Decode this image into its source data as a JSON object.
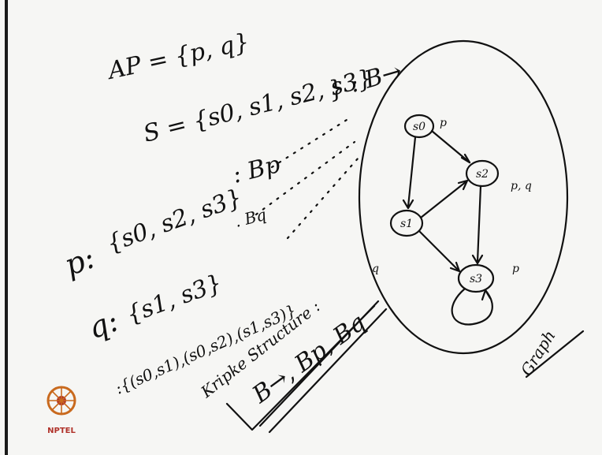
{
  "notes": {
    "ap_set": "AP = {p, q}",
    "state_set": "S = {s0, s1, s2, s3}",
    "p_label": "p:",
    "p_set": "{s0, s2, s3}",
    "bp_top": ": Bp",
    "bq": ". Bq",
    "q_label": "q:",
    "q_set": "{s1, s3}",
    "transitions": ":{(s0,s1),(s0,s2),(s1,s3)}",
    "b_arrow": "} : B→",
    "kripke": "Kripke Structure :",
    "b_list": "B→, Bp, Bq"
  },
  "graph": {
    "nodes": [
      "s0",
      "s1",
      "s2",
      "s3"
    ],
    "node_labels": {
      "s0": "p",
      "s2": "p, q",
      "s3": "p",
      "s1": "q"
    },
    "edges": [
      [
        "s0",
        "s2"
      ],
      [
        "s0",
        "s1"
      ],
      [
        "s1",
        "s2"
      ],
      [
        "s1",
        "s3"
      ],
      [
        "s2",
        "s3"
      ],
      [
        "s3",
        "s3"
      ]
    ],
    "caption": "Graph"
  },
  "logo": {
    "name": "NPTEL",
    "text": "NPTEL"
  },
  "colors": {
    "ink": "#111111",
    "board": "#f6f6f4",
    "border": "#1a1a1a",
    "logo_orange": "#c96a1e",
    "logo_red": "#b0322a"
  }
}
